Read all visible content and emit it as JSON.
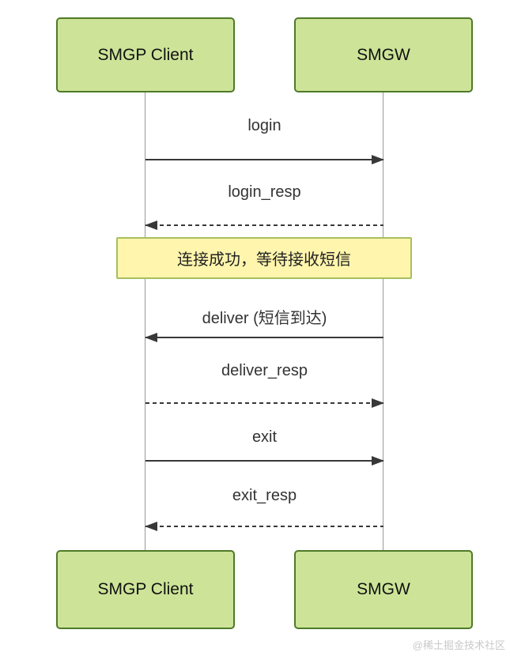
{
  "diagram": {
    "type": "sequence",
    "actors": [
      {
        "id": "smgp-client",
        "label": "SMGP Client"
      },
      {
        "id": "smgw",
        "label": "SMGW"
      }
    ],
    "messages": [
      {
        "label": "login",
        "from": "smgp-client",
        "to": "smgw",
        "line": "solid",
        "direction": "right"
      },
      {
        "label": "login_resp",
        "from": "smgw",
        "to": "smgp-client",
        "line": "dashed",
        "direction": "left"
      },
      {
        "label": "deliver (短信到达)",
        "from": "smgw",
        "to": "smgp-client",
        "line": "solid",
        "direction": "left"
      },
      {
        "label": "deliver_resp",
        "from": "smgp-client",
        "to": "smgw",
        "line": "dashed",
        "direction": "right"
      },
      {
        "label": "exit",
        "from": "smgp-client",
        "to": "smgw",
        "line": "solid",
        "direction": "right"
      },
      {
        "label": "exit_resp",
        "from": "smgw",
        "to": "smgp-client",
        "line": "dashed",
        "direction": "left"
      }
    ],
    "note": {
      "label": "连接成功，等待接收短信",
      "position": "over both actors"
    },
    "colors": {
      "actor_fill": "#cde498",
      "actor_border": "#4f7a28",
      "note_fill": "#fff5ad",
      "note_border": "#a7bf5e",
      "arrow_line": "#383838",
      "message_text": "#333333",
      "lifeline": "#999999",
      "watermark_text": "#c9c9c9"
    }
  },
  "watermark": "@稀土掘金技术社区"
}
